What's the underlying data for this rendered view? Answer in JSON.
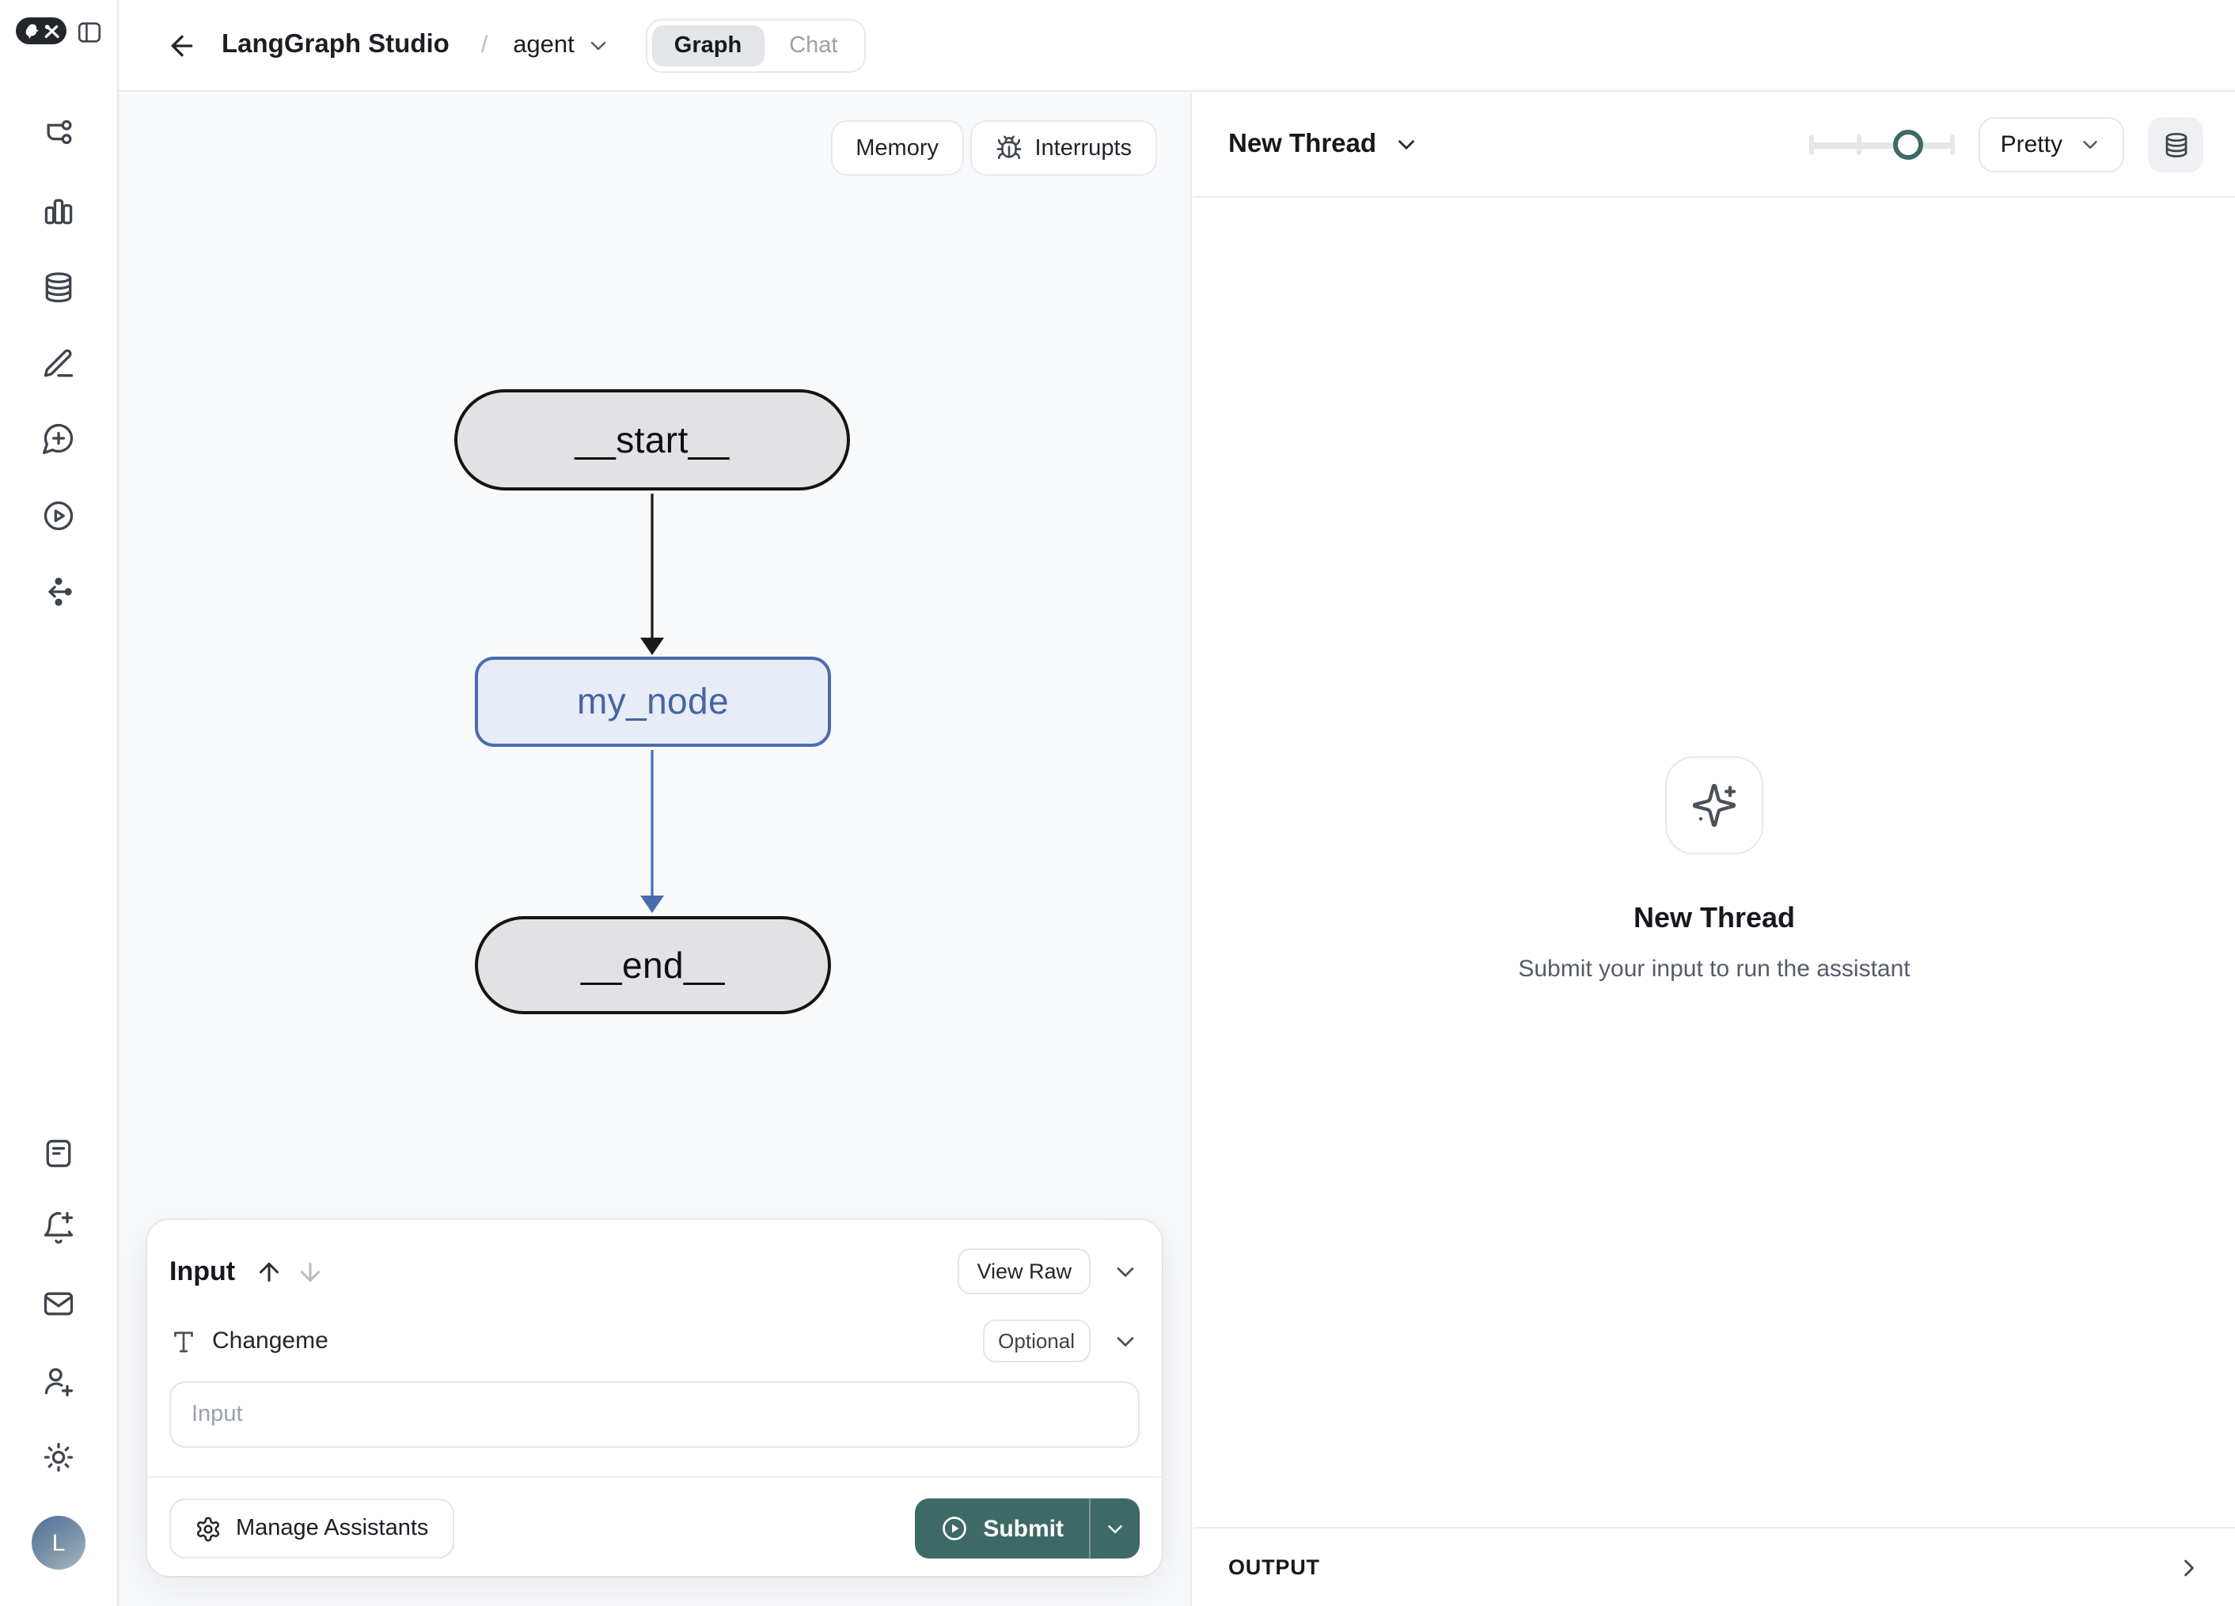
{
  "header": {
    "title": "LangGraph Studio",
    "separator": "/",
    "graph_selector": "agent",
    "tabs": [
      {
        "label": "Graph",
        "active": true
      },
      {
        "label": "Chat",
        "active": false
      }
    ]
  },
  "sidebar": {
    "avatar_initial": "L",
    "icons": [
      "workflow-icon",
      "bar-chart-icon",
      "database-icon",
      "pen-icon",
      "message-plus-icon",
      "play-circle-icon",
      "graph-network-icon",
      "document-icon",
      "bell-plus-icon",
      "mail-icon",
      "user-plus-icon",
      "sun-icon"
    ]
  },
  "graph": {
    "toolbar": {
      "memory_label": "Memory",
      "interrupts_label": "Interrupts"
    },
    "nodes": [
      {
        "id": "__start__",
        "label": "__start__"
      },
      {
        "id": "my_node",
        "label": "my_node"
      },
      {
        "id": "__end__",
        "label": "__end__"
      }
    ]
  },
  "thread_panel": {
    "header": {
      "title": "New Thread",
      "format_label": "Pretty",
      "zoom_slider_position": 0.68
    },
    "empty_state": {
      "title": "New Thread",
      "subtitle": "Submit your input to run the assistant"
    },
    "output": {
      "label": "OUTPUT"
    }
  },
  "input_panel": {
    "title": "Input",
    "view_raw_label": "View Raw",
    "field": {
      "label": "Changeme",
      "badge": "Optional",
      "placeholder": "Input"
    },
    "manage_assistants_label": "Manage Assistants",
    "submit_label": "Submit"
  },
  "colors": {
    "accent_teal": "#3E6A66",
    "node_blue_border": "#4A6CAE",
    "node_blue_fill": "#E8ECF6",
    "node_gray_fill": "#E2E2E4",
    "canvas_bg": "#F8F9FB",
    "border": "#E7E8EC"
  }
}
